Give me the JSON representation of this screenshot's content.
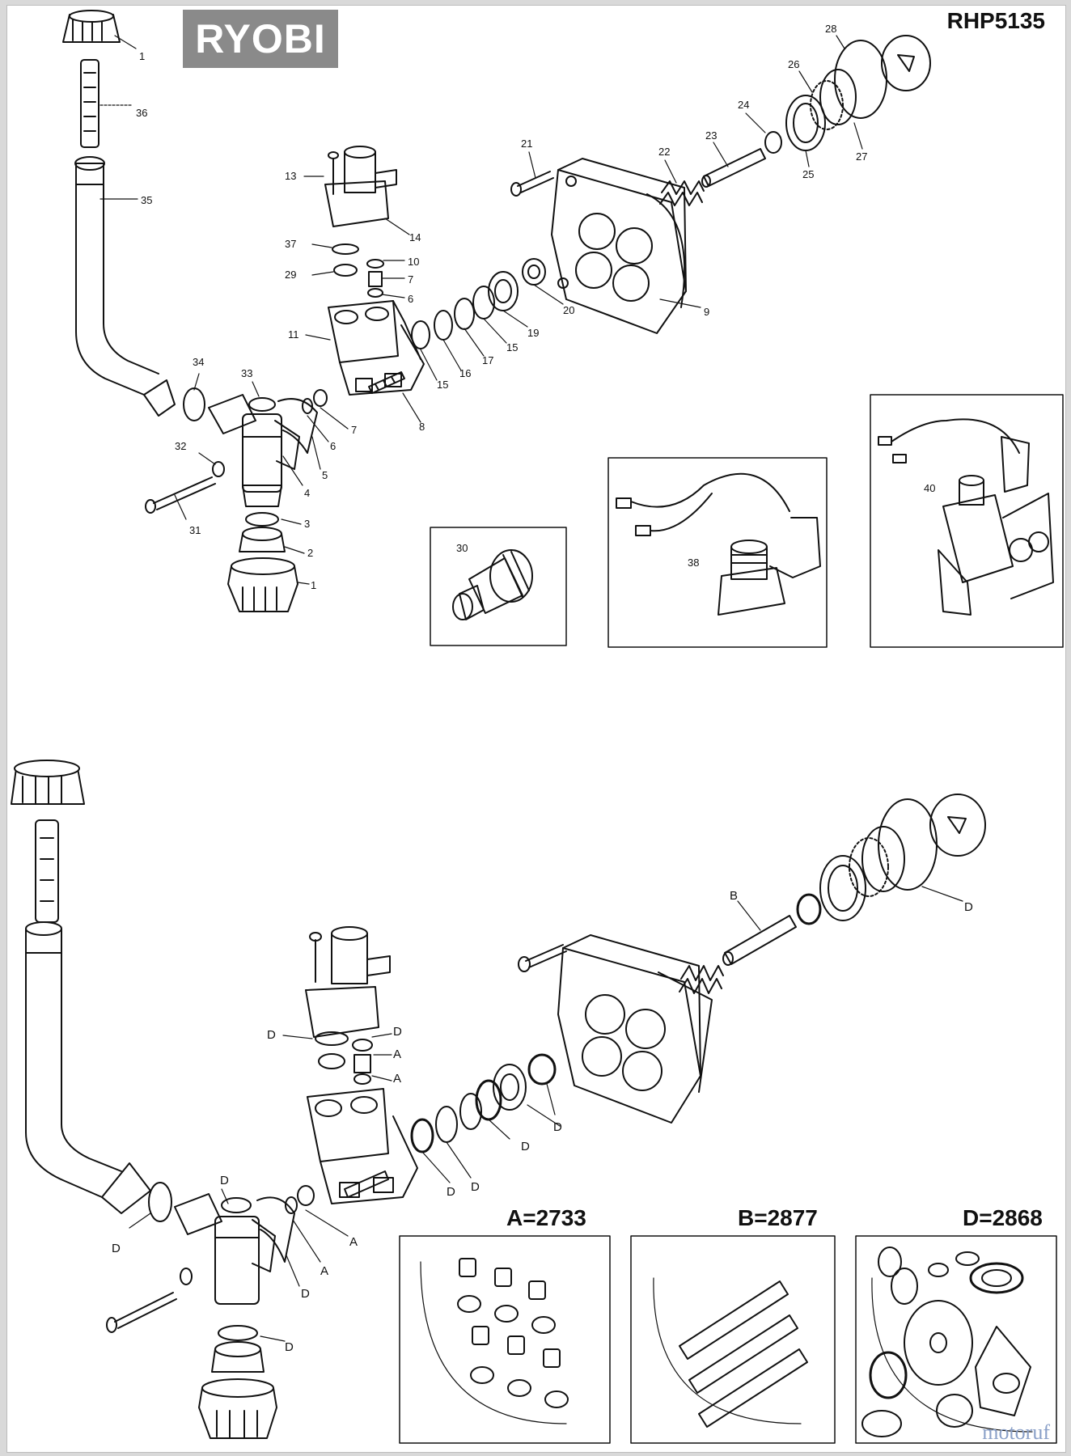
{
  "header": {
    "brand": "RYOBI",
    "model": "RHP5135"
  },
  "upper_diagram": {
    "part_numbers": [
      "1",
      "36",
      "35",
      "34",
      "33",
      "32",
      "31",
      "3",
      "2",
      "1",
      "4",
      "5",
      "6",
      "7",
      "8",
      "11",
      "13",
      "14",
      "37",
      "29",
      "10",
      "7",
      "6",
      "15",
      "16",
      "17",
      "15",
      "19",
      "20",
      "9",
      "21",
      "22",
      "23",
      "24",
      "25",
      "26",
      "27",
      "28"
    ],
    "insets": [
      {
        "callout": "30"
      },
      {
        "callout": "38"
      },
      {
        "callout": "40"
      }
    ]
  },
  "lower_diagram": {
    "kit_letters": [
      "D",
      "D",
      "A",
      "A",
      "A",
      "D",
      "D",
      "D",
      "D",
      "D",
      "A",
      "A",
      "D",
      "D",
      "D",
      "B",
      "D"
    ]
  },
  "kits": [
    {
      "title": "A=2733"
    },
    {
      "title": "B=2877"
    },
    {
      "title": "D=2868"
    }
  ],
  "watermark": "motoruf"
}
